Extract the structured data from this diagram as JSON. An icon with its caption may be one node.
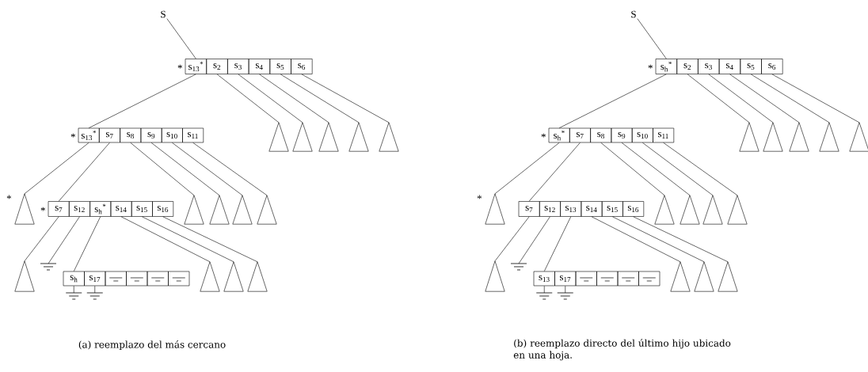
{
  "diagram": {
    "nodes": [
      {
        "text": [
          "S"
        ]
      },
      {
        "text": [
          "s$_{13}$$^{*}$"
        ],
        "beside": [
          "*"
        ]
      },
      {
        "text": [
          "s$_{2}$"
        ]
      },
      {
        "text": [
          "s$_{3}$"
        ]
      },
      {
        "text": [
          "s$_{4}$"
        ]
      },
      {
        "text": [
          "s$_{5}$"
        ]
      },
      {
        "text": [
          "s$_{6}$"
        ]
      },
      {
        "text": [
          "s$_{13}$$^{*}$"
        ],
        "beside": [
          "*"
        ]
      },
      {
        "text": [
          "s$_{7}$"
        ]
      },
      {
        "text": [
          "s$_{8}$"
        ]
      },
      {
        "text": [
          "s$_{9}$"
        ]
      },
      {
        "text": [
          "s$_{10}$"
        ]
      },
      {
        "text": [
          "s$_{11}$"
        ]
      },
      {
        "text": [],
        "shape": "triangle"
      },
      {
        "text": [],
        "shape": "triangle"
      },
      {
        "text": [],
        "shape": "triangle"
      },
      {
        "text": [],
        "shape": "triangle"
      },
      {
        "text": [],
        "shape": "triangle"
      },
      {
        "text": [],
        "shape": "triangle",
        "beside": [
          "*"
        ]
      },
      {
        "text": [
          "s$_{7}$"
        ],
        "beside": [
          "*"
        ]
      },
      {
        "text": [
          "s$_{12}$"
        ]
      },
      {
        "text": [
          "s$_{h}$$^{*}$"
        ]
      },
      {
        "text": [
          "s$_{14}$"
        ]
      },
      {
        "text": [
          "s$_{15}$"
        ]
      },
      {
        "text": [
          "s$_{16}$"
        ]
      },
      {
        "text": [],
        "shape": "triangle"
      },
      {
        "text": [],
        "shape": "triangle"
      },
      {
        "text": [],
        "shape": "triangle"
      },
      {
        "text": [],
        "shape": "triangle"
      },
      {
        "text": [],
        "shape": "triangle"
      },
      {
        "text": [],
        "shape": "ground"
      },
      {
        "text": [
          "s$_{h}$"
        ]
      },
      {
        "text": [
          "s$_{17}$"
        ]
      },
      {
        "text": [],
        "shape": "box"
      },
      {
        "text": [],
        "shape": "box"
      },
      {
        "text": [],
        "shape": "box"
      },
      {
        "text": [],
        "shape": "box"
      },
      {
        "text": [],
        "shape": "triangle"
      },
      {
        "text": [],
        "shape": "triangle"
      },
      {
        "text": [],
        "shape": "triangle"
      },
      {
        "text": [],
        "shape": "ground"
      },
      {
        "text": [],
        "shape": "ground"
      },
      {
        "text": [
          "S"
        ]
      },
      {
        "text": [
          "s$_{h}$$^{*}$"
        ],
        "beside": [
          "*"
        ]
      },
      {
        "text": [
          "s$_{2}$"
        ]
      },
      {
        "text": [
          "s$_{3}$"
        ]
      },
      {
        "text": [
          "s$_{4}$"
        ]
      },
      {
        "text": [
          "s$_{5}$"
        ]
      },
      {
        "text": [
          "s$_{6}$"
        ]
      },
      {
        "text": [
          "s$_{h}$$^{*}$"
        ],
        "beside": [
          "*"
        ]
      },
      {
        "text": [
          "s$_{7}$"
        ]
      },
      {
        "text": [
          "s$_{8}$"
        ]
      },
      {
        "text": [
          "s$_{9}$"
        ]
      },
      {
        "text": [
          "s$_{10}$"
        ]
      },
      {
        "text": [
          "s$_{11}$"
        ]
      },
      {
        "text": [],
        "shape": "triangle"
      },
      {
        "text": [],
        "shape": "triangle"
      },
      {
        "text": [],
        "shape": "triangle"
      },
      {
        "text": [],
        "shape": "triangle"
      },
      {
        "text": [],
        "shape": "triangle"
      },
      {
        "text": [],
        "shape": "triangle",
        "beside": [
          "*"
        ]
      },
      {
        "text": [
          "s$_{7}$"
        ]
      },
      {
        "text": [
          "s$_{12}$"
        ]
      },
      {
        "text": [
          "s$_{13}$"
        ]
      },
      {
        "text": [
          "s$_{14}$"
        ]
      },
      {
        "text": [
          "s$_{15}$"
        ]
      },
      {
        "text": [
          "s$_{16}$"
        ]
      },
      {
        "text": [],
        "shape": "triangle"
      },
      {
        "text": [],
        "shape": "triangle"
      },
      {
        "text": [],
        "shape": "triangle"
      },
      {
        "text": [],
        "shape": "triangle"
      },
      {
        "text": [],
        "shape": "triangle"
      },
      {
        "text": [],
        "shape": "ground"
      },
      {
        "text": [
          "s$_{13}$"
        ]
      },
      {
        "text": [
          "s$_{17}$"
        ]
      },
      {
        "text": [],
        "shape": "box"
      },
      {
        "text": [],
        "shape": "box"
      },
      {
        "text": [],
        "shape": "box"
      },
      {
        "text": [],
        "shape": "box"
      },
      {
        "text": [],
        "shape": "triangle"
      },
      {
        "text": [],
        "shape": "triangle"
      },
      {
        "text": [],
        "shape": "triangle"
      },
      {
        "text": [],
        "shape": "ground"
      },
      {
        "text": [],
        "shape": "ground"
      }
    ],
    "edges": [
      {
        "from": 0,
        "to": 1,
        "arrow": "none"
      },
      {
        "from": 1,
        "to": 7,
        "arrow": "none"
      },
      {
        "from": 2,
        "to": 13,
        "arrow": "none"
      },
      {
        "from": 3,
        "to": 14,
        "arrow": "none"
      },
      {
        "from": 4,
        "to": 15,
        "arrow": "none"
      },
      {
        "from": 5,
        "to": 16,
        "arrow": "none"
      },
      {
        "from": 6,
        "to": 17,
        "arrow": "none"
      },
      {
        "from": 7,
        "to": 18,
        "arrow": "none"
      },
      {
        "from": 8,
        "to": 19,
        "arrow": "none"
      },
      {
        "from": 9,
        "to": 25,
        "arrow": "none"
      },
      {
        "from": 10,
        "to": 26,
        "arrow": "none"
      },
      {
        "from": 11,
        "to": 27,
        "arrow": "none"
      },
      {
        "from": 12,
        "to": 28,
        "arrow": "none"
      },
      {
        "from": 19,
        "to": 29,
        "arrow": "none"
      },
      {
        "from": 20,
        "to": 30,
        "arrow": "none"
      },
      {
        "from": 21,
        "to": 31,
        "arrow": "none"
      },
      {
        "from": 22,
        "to": 37,
        "arrow": "none"
      },
      {
        "from": 23,
        "to": 38,
        "arrow": "none"
      },
      {
        "from": 24,
        "to": 39,
        "arrow": "none"
      },
      {
        "from": 31,
        "to": 40,
        "arrow": "none"
      },
      {
        "from": 32,
        "to": 41,
        "arrow": "none"
      },
      {
        "from": 42,
        "to": 43,
        "arrow": "none"
      },
      {
        "from": 43,
        "to": 49,
        "arrow": "none"
      },
      {
        "from": 44,
        "to": 55,
        "arrow": "none"
      },
      {
        "from": 45,
        "to": 56,
        "arrow": "none"
      },
      {
        "from": 46,
        "to": 57,
        "arrow": "none"
      },
      {
        "from": 47,
        "to": 58,
        "arrow": "none"
      },
      {
        "from": 48,
        "to": 59,
        "arrow": "none"
      },
      {
        "from": 49,
        "to": 60,
        "arrow": "none"
      },
      {
        "from": 50,
        "to": 61,
        "arrow": "none"
      },
      {
        "from": 51,
        "to": 67,
        "arrow": "none"
      },
      {
        "from": 52,
        "to": 68,
        "arrow": "none"
      },
      {
        "from": 53,
        "to": 69,
        "arrow": "none"
      },
      {
        "from": 54,
        "to": 70,
        "arrow": "none"
      },
      {
        "from": 61,
        "to": 71,
        "arrow": "none"
      },
      {
        "from": 62,
        "to": 72,
        "arrow": "none"
      },
      {
        "from": 63,
        "to": 73,
        "arrow": "none"
      },
      {
        "from": 64,
        "to": 79,
        "arrow": "none"
      },
      {
        "from": 65,
        "to": 80,
        "arrow": "none"
      },
      {
        "from": 66,
        "to": 81,
        "arrow": "none"
      },
      {
        "from": 73,
        "to": 82,
        "arrow": "none"
      },
      {
        "from": 74,
        "to": 83,
        "arrow": "none"
      }
    ],
    "labels": [
      "(a) reemplazo del más cercano",
      "(b) reemplazo directo del último hijo ubicado en una hoja."
    ]
  }
}
